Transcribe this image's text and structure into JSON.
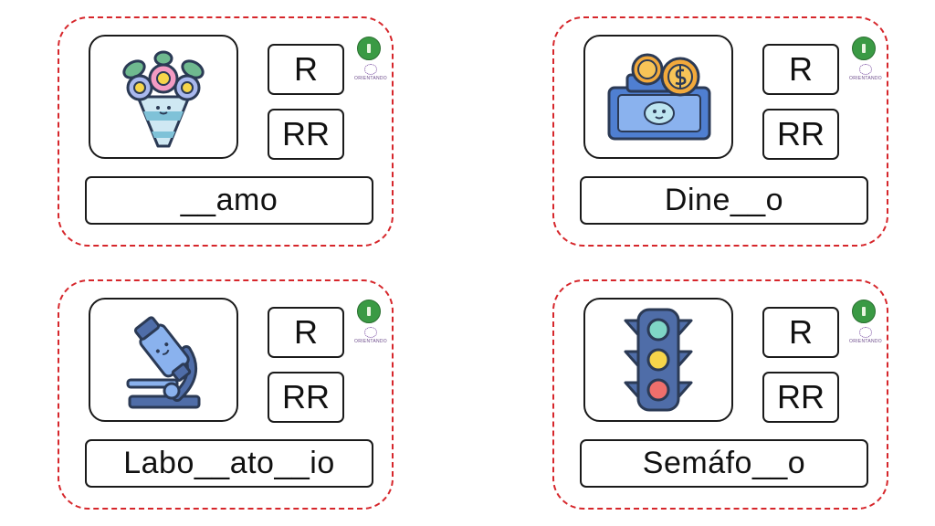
{
  "cards": [
    {
      "picture": "flower-bouquet",
      "option_r": "R",
      "option_rr": "RR",
      "word": "__amo",
      "brand": "ORIENTANDO"
    },
    {
      "picture": "money-bills-coins",
      "option_r": "R",
      "option_rr": "RR",
      "word": "Dine__o",
      "brand": "ORIENTANDO"
    },
    {
      "picture": "microscope",
      "option_r": "R",
      "option_rr": "RR",
      "word": "Labo__ato__io",
      "brand": "ORIENTANDO"
    },
    {
      "picture": "traffic-light",
      "option_r": "R",
      "option_rr": "RR",
      "word": "Semáfo__o",
      "brand": "ORIENTANDO"
    }
  ],
  "colors": {
    "card_border": "#d6262b",
    "outline": "#1a1a1a",
    "logo_green": "#3a9a44"
  }
}
